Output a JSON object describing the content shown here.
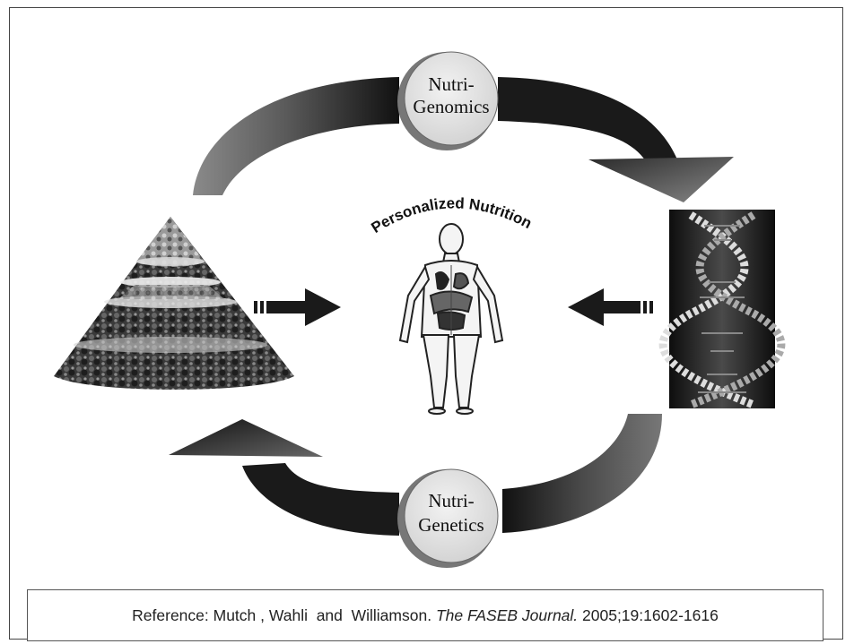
{
  "diagram": {
    "top_circle": {
      "line1": "Nutri-",
      "line2": "Genomics"
    },
    "bottom_circle": {
      "line1": "Nutri-",
      "line2": "Genetics"
    },
    "center_title": "Personalized Nutrition",
    "images": {
      "left": "food-pyramid",
      "center": "human-body-anatomy",
      "right": "dna-double-helix"
    }
  },
  "reference": {
    "prefix": "Reference: Mutch , Wahli  and  Williamson. ",
    "journal": "The FASEB Journal.",
    "citation": " 2005;19:1602-1616"
  },
  "colors": {
    "arrow_dark": "#1a1a1a",
    "arrow_light": "#9a9a9a",
    "circle_fill": "#dcdcdc",
    "circle_shadow": "#777777"
  }
}
